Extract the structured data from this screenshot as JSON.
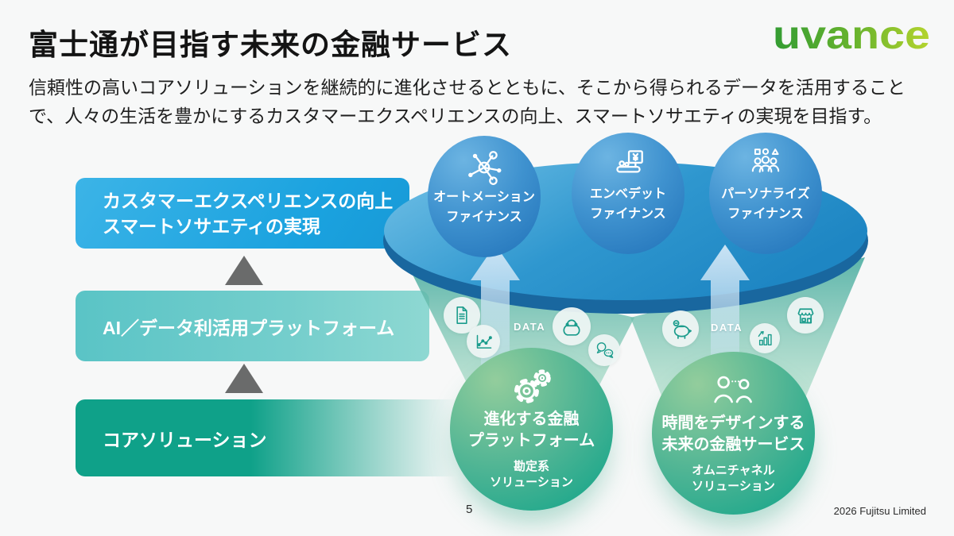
{
  "header": {
    "title": "富士通が目指す未来の金融サービス",
    "logo_text": "uvance"
  },
  "intro": {
    "line1": "信頼性の高いコアソリューションを継続的に進化させるとともに、そこから得られるデータを活用すること",
    "line2": "で、人々の生活を豊かにするカスタマーエクスペリエンスの向上、スマートソサエティの実現を目指す。"
  },
  "layers": [
    {
      "line1": "カスタマーエクスペリエンスの向上",
      "line2": "スマートソサエティの実現"
    },
    {
      "label": "AI／データ利活用プラットフォーム"
    },
    {
      "label": "コアソリューション"
    }
  ],
  "finance_bubbles": [
    {
      "line1": "オートメーション",
      "line2": "ファイナンス",
      "icon": "network-icon"
    },
    {
      "line1": "エンベデット",
      "line2": "ファイナンス",
      "icon": "pos-register-icon"
    },
    {
      "line1": "パーソナライズ",
      "line2": "ファイナンス",
      "icon": "people-group-icon"
    }
  ],
  "funnels": [
    {
      "data_label": "DATA",
      "icons": [
        "document-icon",
        "line-chart-icon",
        "purse-icon",
        "chat-icon"
      ]
    },
    {
      "data_label": "DATA",
      "icons": [
        "piggy-bank-icon",
        "bar-chart-icon",
        "store-icon"
      ]
    }
  ],
  "solution_circles": [
    {
      "title1": "進化する金融",
      "title2": "プラットフォーム",
      "sub1": "勘定系",
      "sub2": "ソリューション",
      "icon": "gears-icon"
    },
    {
      "title1": "時間をデザインする",
      "title2": "未来の金融サービス",
      "sub1": "オムニチャネル",
      "sub2": "ソリューション",
      "icon": "people-pair-icon"
    }
  ],
  "footer": {
    "page_number": "5",
    "copyright": "2026 Fujitsu Limited"
  },
  "colors": {
    "bar_blue": "#1aa2df",
    "bar_teal": "#5ac4c6",
    "bar_green": "#0fa189",
    "ellipse_blue": "#1e86c3",
    "bubble_blue": "#2071b8",
    "circle_green": "#0ca388",
    "logo_green_start": "#339c33",
    "logo_green_end": "#a9ce2c",
    "arrow_gray": "#6a6b6b"
  }
}
